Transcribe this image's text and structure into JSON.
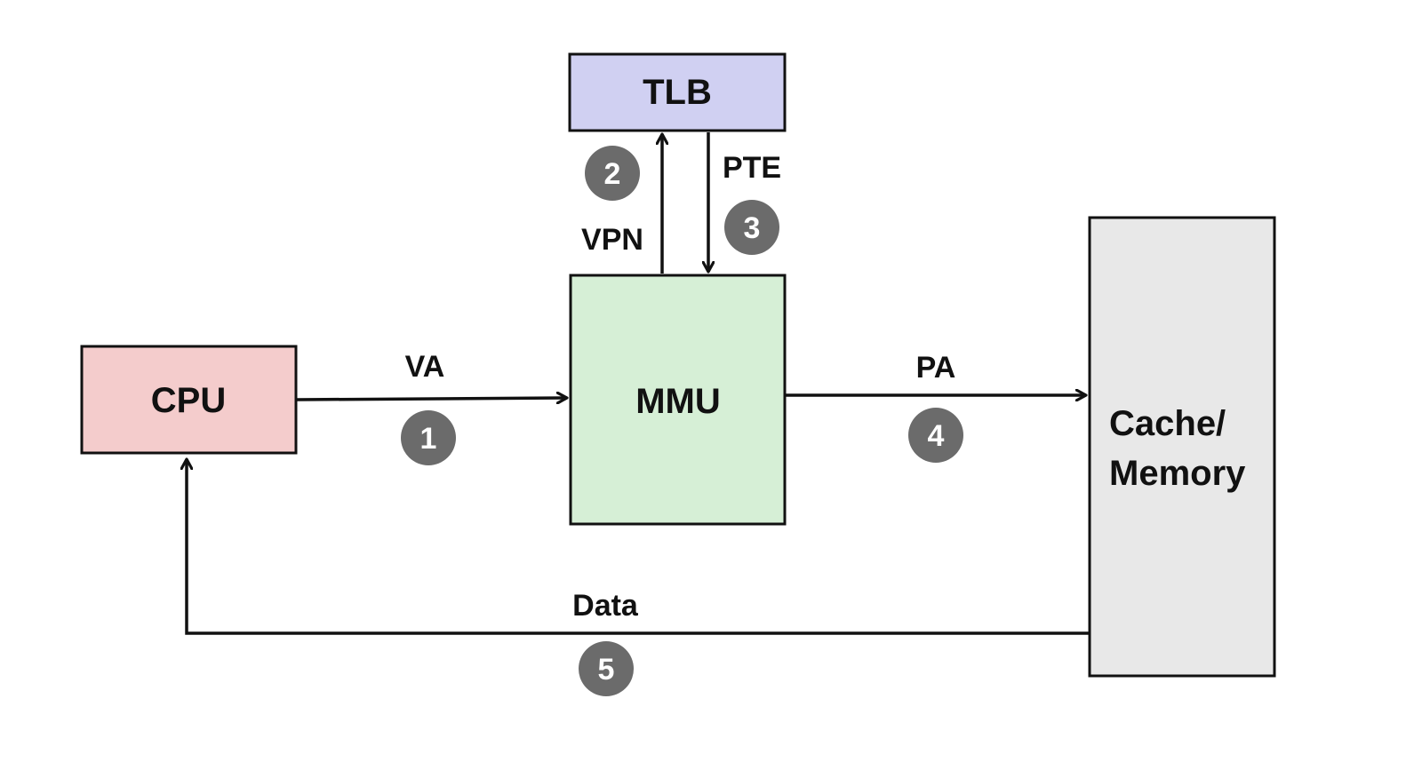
{
  "nodes": {
    "cpu": {
      "label": "CPU",
      "color": "#f4cccc"
    },
    "tlb": {
      "label": "TLB",
      "color": "#d0d0f2"
    },
    "mmu": {
      "label": "MMU",
      "color": "#d6efd6"
    },
    "memory": {
      "label_line1": "Cache/",
      "label_line2": "Memory",
      "color": "#e8e8e8"
    }
  },
  "edges": {
    "va": {
      "label": "VA",
      "step": "1"
    },
    "vpn": {
      "label": "VPN",
      "step": "2"
    },
    "pte": {
      "label": "PTE",
      "step": "3"
    },
    "pa": {
      "label": "PA",
      "step": "4"
    },
    "data": {
      "label": "Data",
      "step": "5"
    }
  },
  "colors": {
    "stroke": "#111111",
    "step_badge": "#6b6b6b"
  }
}
